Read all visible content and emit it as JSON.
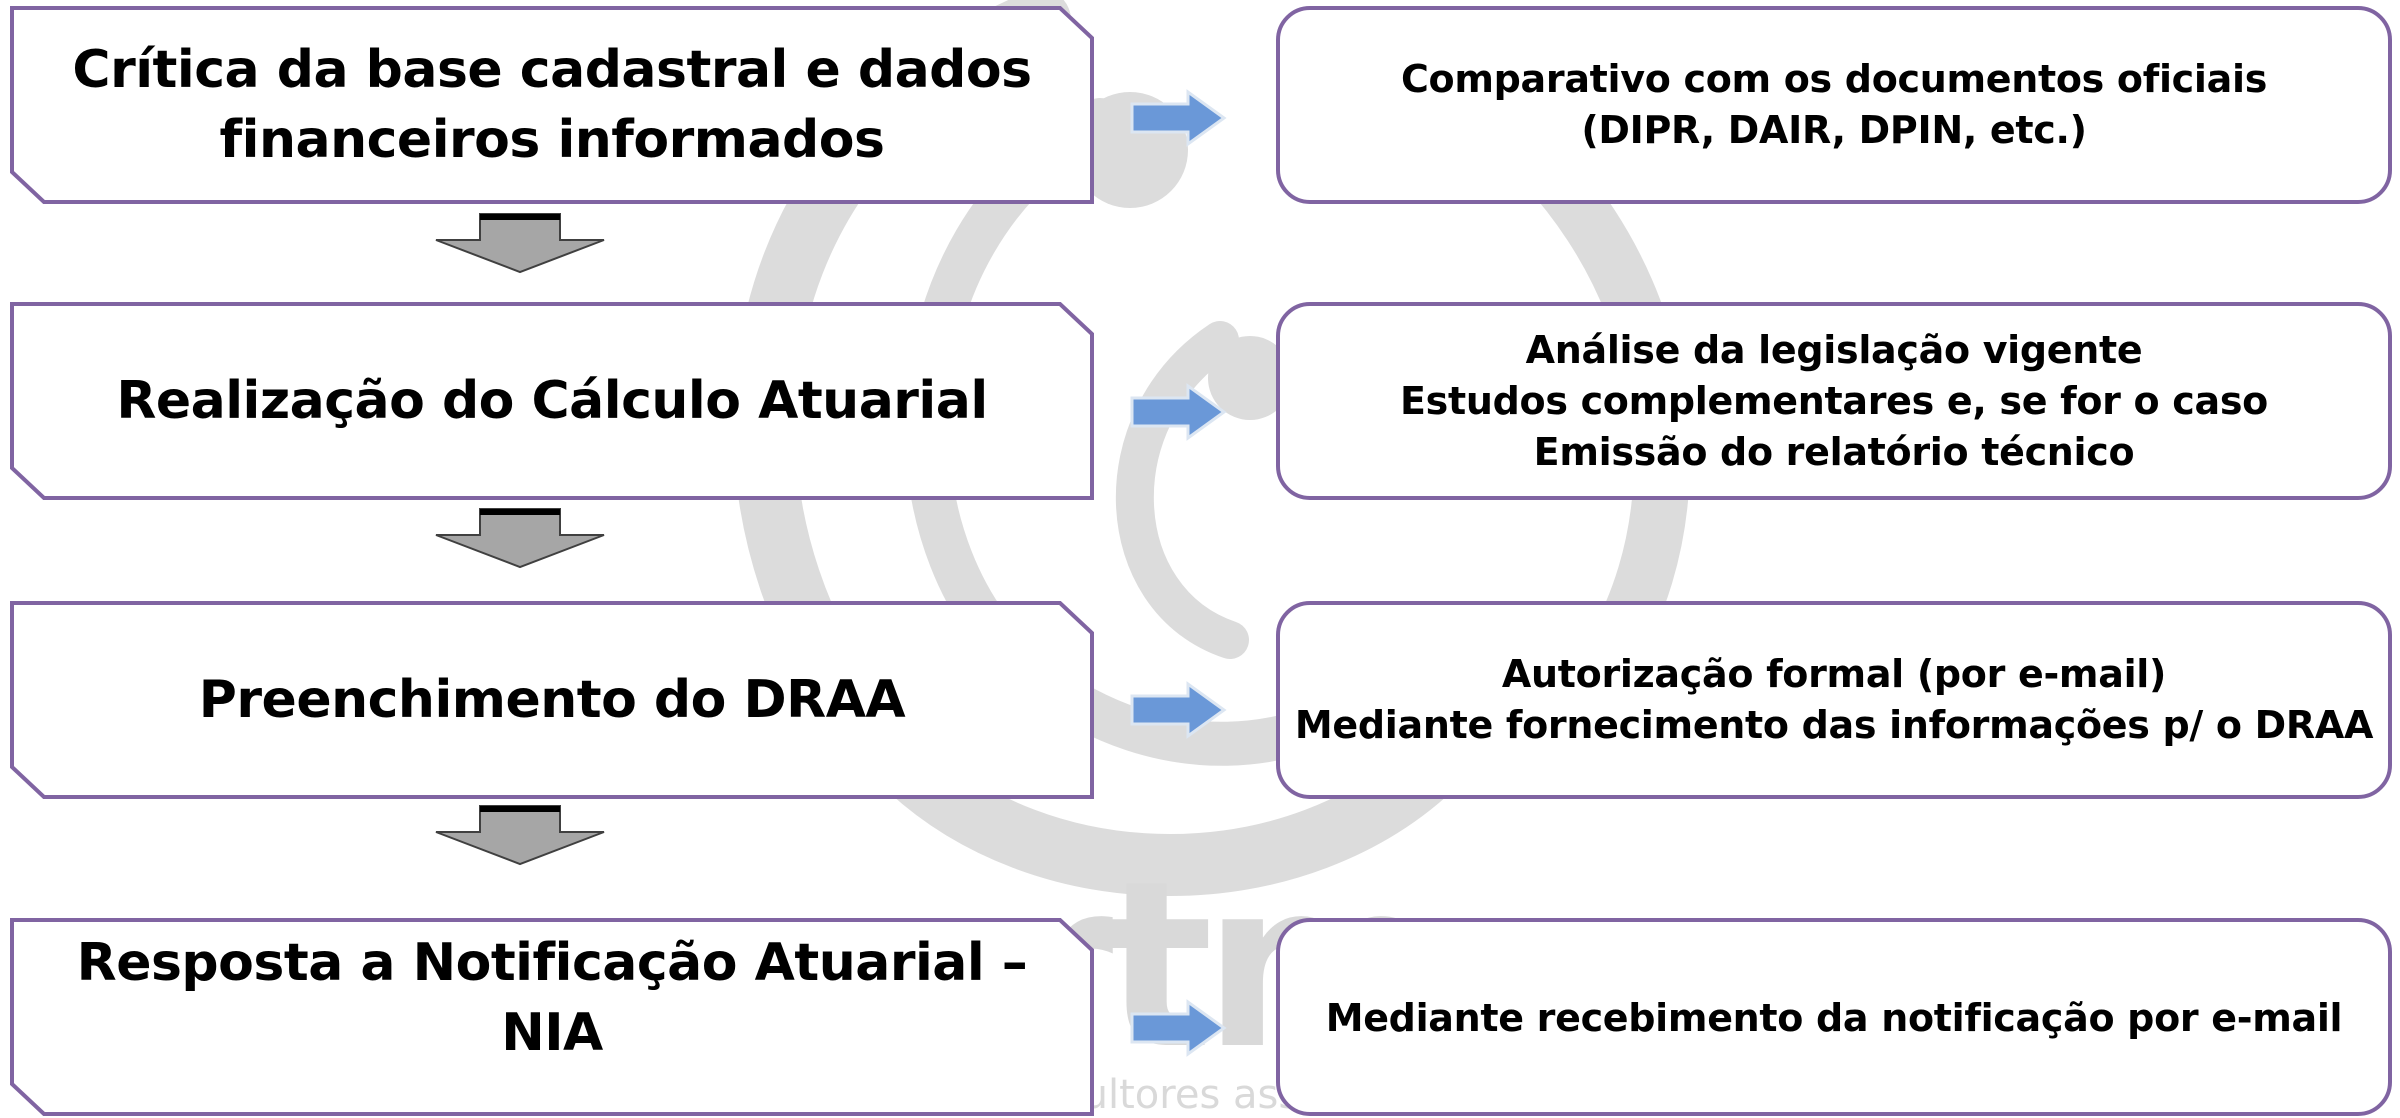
{
  "colors": {
    "box_border": "#8064a2",
    "arrow_blue": "#6a98d8",
    "down_arrow_fill": "#a6a6a6",
    "watermark": "#d9d9d9"
  },
  "watermark": {
    "logo_text": "rtm",
    "tagline": "consultores associados"
  },
  "steps": [
    {
      "lines": [
        "Crítica da base cadastral e dados",
        "financeiros informados"
      ]
    },
    {
      "lines": [
        "Realização do Cálculo Atuarial"
      ]
    },
    {
      "lines": [
        "Preenchimento do DRAA"
      ]
    },
    {
      "lines": [
        "Resposta a Notificação Atuarial –",
        "NIA"
      ]
    }
  ],
  "notes": [
    {
      "lines": [
        "Comparativo com os documentos oficiais",
        "(DIPR, DAIR, DPIN, etc.)"
      ]
    },
    {
      "lines": [
        "Análise da legislação vigente",
        "Estudos complementares e, se for o caso",
        "Emissão do relatório técnico"
      ]
    },
    {
      "lines": [
        "Autorização formal (por e-mail)",
        "Mediante fornecimento das informações p/ o DRAA"
      ]
    },
    {
      "lines": [
        "Mediante recebimento da notificação por e-mail"
      ]
    }
  ]
}
